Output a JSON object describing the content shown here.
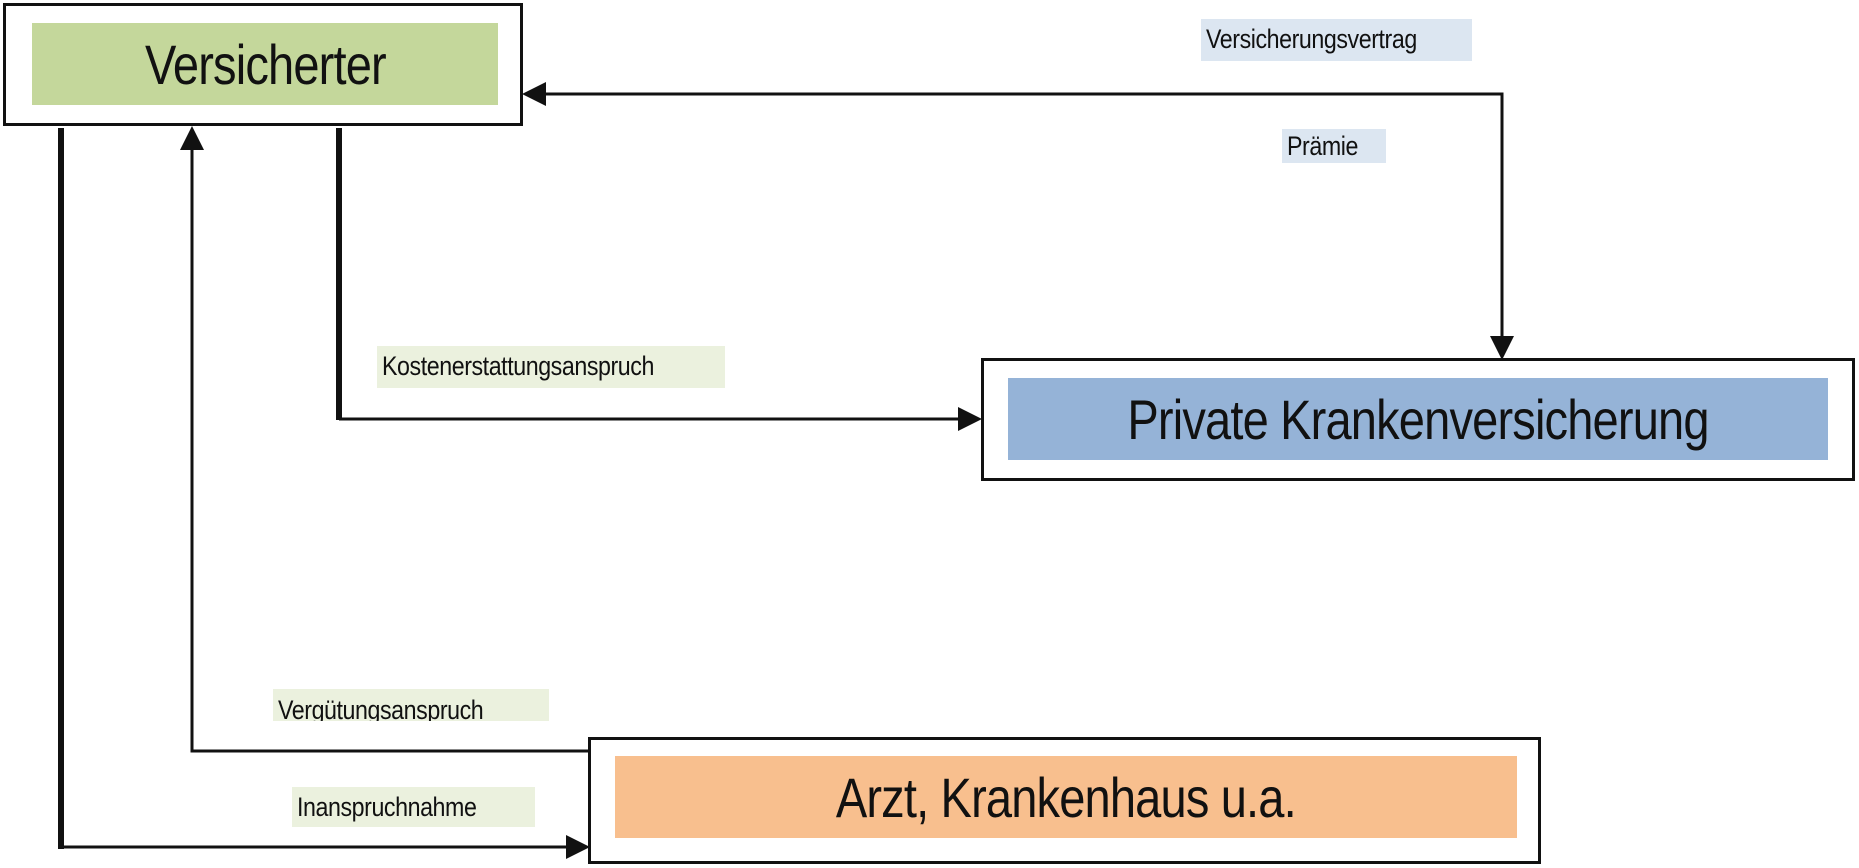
{
  "nodes": {
    "versicherter": {
      "label": "Versicherter",
      "fill": "#c4d79b"
    },
    "pkv": {
      "label": "Private Krankenversicherung",
      "fill": "#95b3d7"
    },
    "arzt": {
      "label": "Arzt, Krankenhaus u.a.",
      "fill": "#f8bf8e"
    }
  },
  "edges": {
    "versicherungsvertrag": {
      "label": "Versicherungsvertrag",
      "fill": "#dce6f1"
    },
    "praemie": {
      "label": "Prämie",
      "fill": "#dce6f1"
    },
    "kostenerstattungsanspruch": {
      "label": "Kostenerstattungsanspruch",
      "fill": "#ebf1de"
    },
    "verguetungsanspruch": {
      "label": "Vergütungsanspruch",
      "fill": "#ebf1de"
    },
    "inanspruchnahme": {
      "label": "Inanspruchnahme",
      "fill": "#ebf1de"
    }
  }
}
